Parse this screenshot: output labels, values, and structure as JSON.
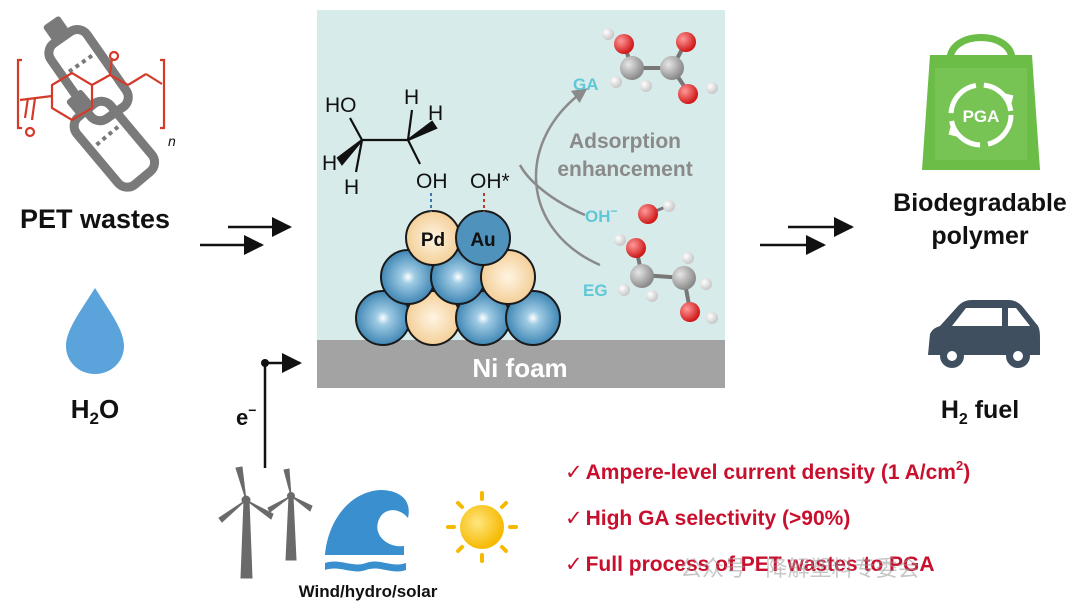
{
  "inputs": {
    "pet_label": "PET wastes",
    "polymer_subscript": "n",
    "water_label_main": "H",
    "water_label_sub": "2",
    "water_label_end": "O",
    "electron_label": "e",
    "electron_sup": "−"
  },
  "catalyst": {
    "substrate_label": "Ni foam",
    "pd_label": "Pd",
    "au_label": "Au",
    "oh_adsorbed": "OH",
    "oh_star": "OH*",
    "eg_ho": "HO",
    "eg_h_top1": "H",
    "eg_h_top2": "H",
    "eg_h_left": "H",
    "eg_h_bottom": "H",
    "adsorption_line1": "Adsorption",
    "adsorption_line2": "enhancement",
    "ga_label": "GA",
    "oh_minus_label": "OH",
    "oh_minus_sup": "−",
    "eg_label": "EG",
    "bag_label": "PGA"
  },
  "outputs": {
    "polymer_line1": "Biodegradable",
    "polymer_line2": "polymer",
    "fuel_main": "H",
    "fuel_sub": "2",
    "fuel_end": " fuel"
  },
  "energy": {
    "label": "Wind/hydro/solar"
  },
  "highlights": {
    "item1_text": "Ampere-level  current density (1 A/cm",
    "item1_sup": "2",
    "item1_end": ")",
    "item2_text": "High GA selectivity (>90%)",
    "item3_text": "Full process of PET wastes to PGA",
    "check": "✓"
  },
  "watermark": "公众号 · 降解塑料专委会",
  "colors": {
    "panel_bg": "#d7ebea",
    "ni_foam": "#a3a3a3",
    "pd_sphere": "#f7d7a6",
    "au_sphere": "#4f92bc",
    "ni_sphere": "#4f92bc",
    "check_red": "#c8102e",
    "cyan_label": "#5fc7d6",
    "green_bag": "#6bbd47",
    "car": "#3f4f5f",
    "drop": "#5aa3db",
    "red_polymer": "#d43a2a"
  }
}
